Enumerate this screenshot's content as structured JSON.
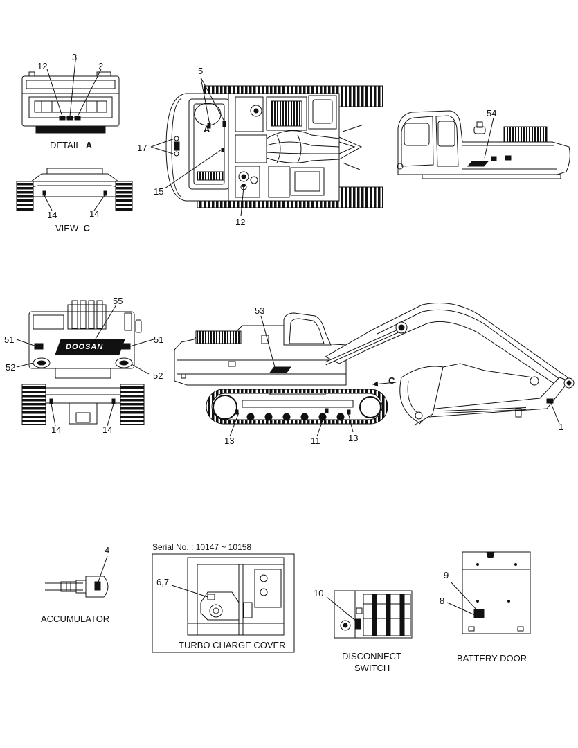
{
  "views": {
    "detail_a": {
      "caption": "DETAIL",
      "letter": "A"
    },
    "view_c": {
      "caption": "VIEW",
      "letter": "C"
    },
    "accumulator": {
      "caption": "ACCUMULATOR"
    },
    "turbo": {
      "serial": "Serial No. : 10147 ~ 10158",
      "caption": "TURBO CHARGE COVER"
    },
    "disconnect": {
      "caption_line1": "DISCONNECT",
      "caption_line2": "SWITCH"
    },
    "battery": {
      "caption": "BATTERY DOOR"
    }
  },
  "markers": {
    "a": "A",
    "c": "C"
  },
  "brand": "DOOSAN",
  "callouts": {
    "c1": "1",
    "c2": "2",
    "c3": "3",
    "c4": "4",
    "c5": "5",
    "c67": "6,7",
    "c8": "8",
    "c9": "9",
    "c10": "10",
    "c11": "11",
    "c12": "12",
    "c13": "13",
    "c14": "14",
    "c15": "15",
    "c17": "17",
    "c51": "51",
    "c52": "52",
    "c53": "53",
    "c54": "54",
    "c55": "55"
  },
  "colors": {
    "line": "#111111",
    "background": "#ffffff"
  }
}
